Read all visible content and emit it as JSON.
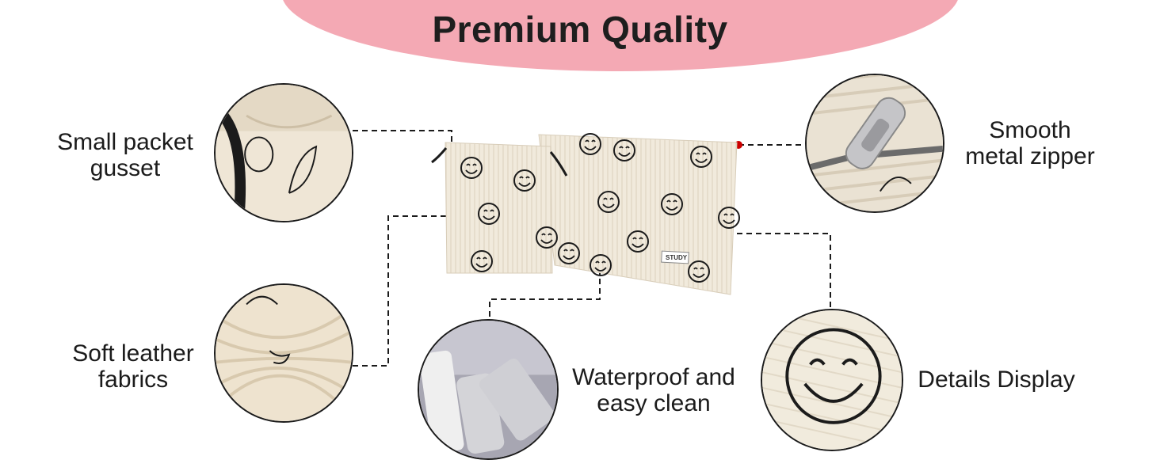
{
  "banner": {
    "title": "Premium Quality"
  },
  "features": [
    {
      "lines": [
        "Small packet",
        "gusset"
      ]
    },
    {
      "lines": [
        "Soft leather",
        "fabrics"
      ]
    },
    {
      "lines": [
        "Waterproof and",
        "easy clean"
      ]
    },
    {
      "lines": [
        "Details Display"
      ]
    },
    {
      "lines": [
        "Smooth",
        "metal zipper"
      ]
    }
  ],
  "product": {
    "tag_text": "STUDY"
  },
  "colors": {
    "banner": "#f4a9b4",
    "fabric": "#f0e8da",
    "marker": "#cc0000",
    "ink": "#1b1b1b"
  }
}
